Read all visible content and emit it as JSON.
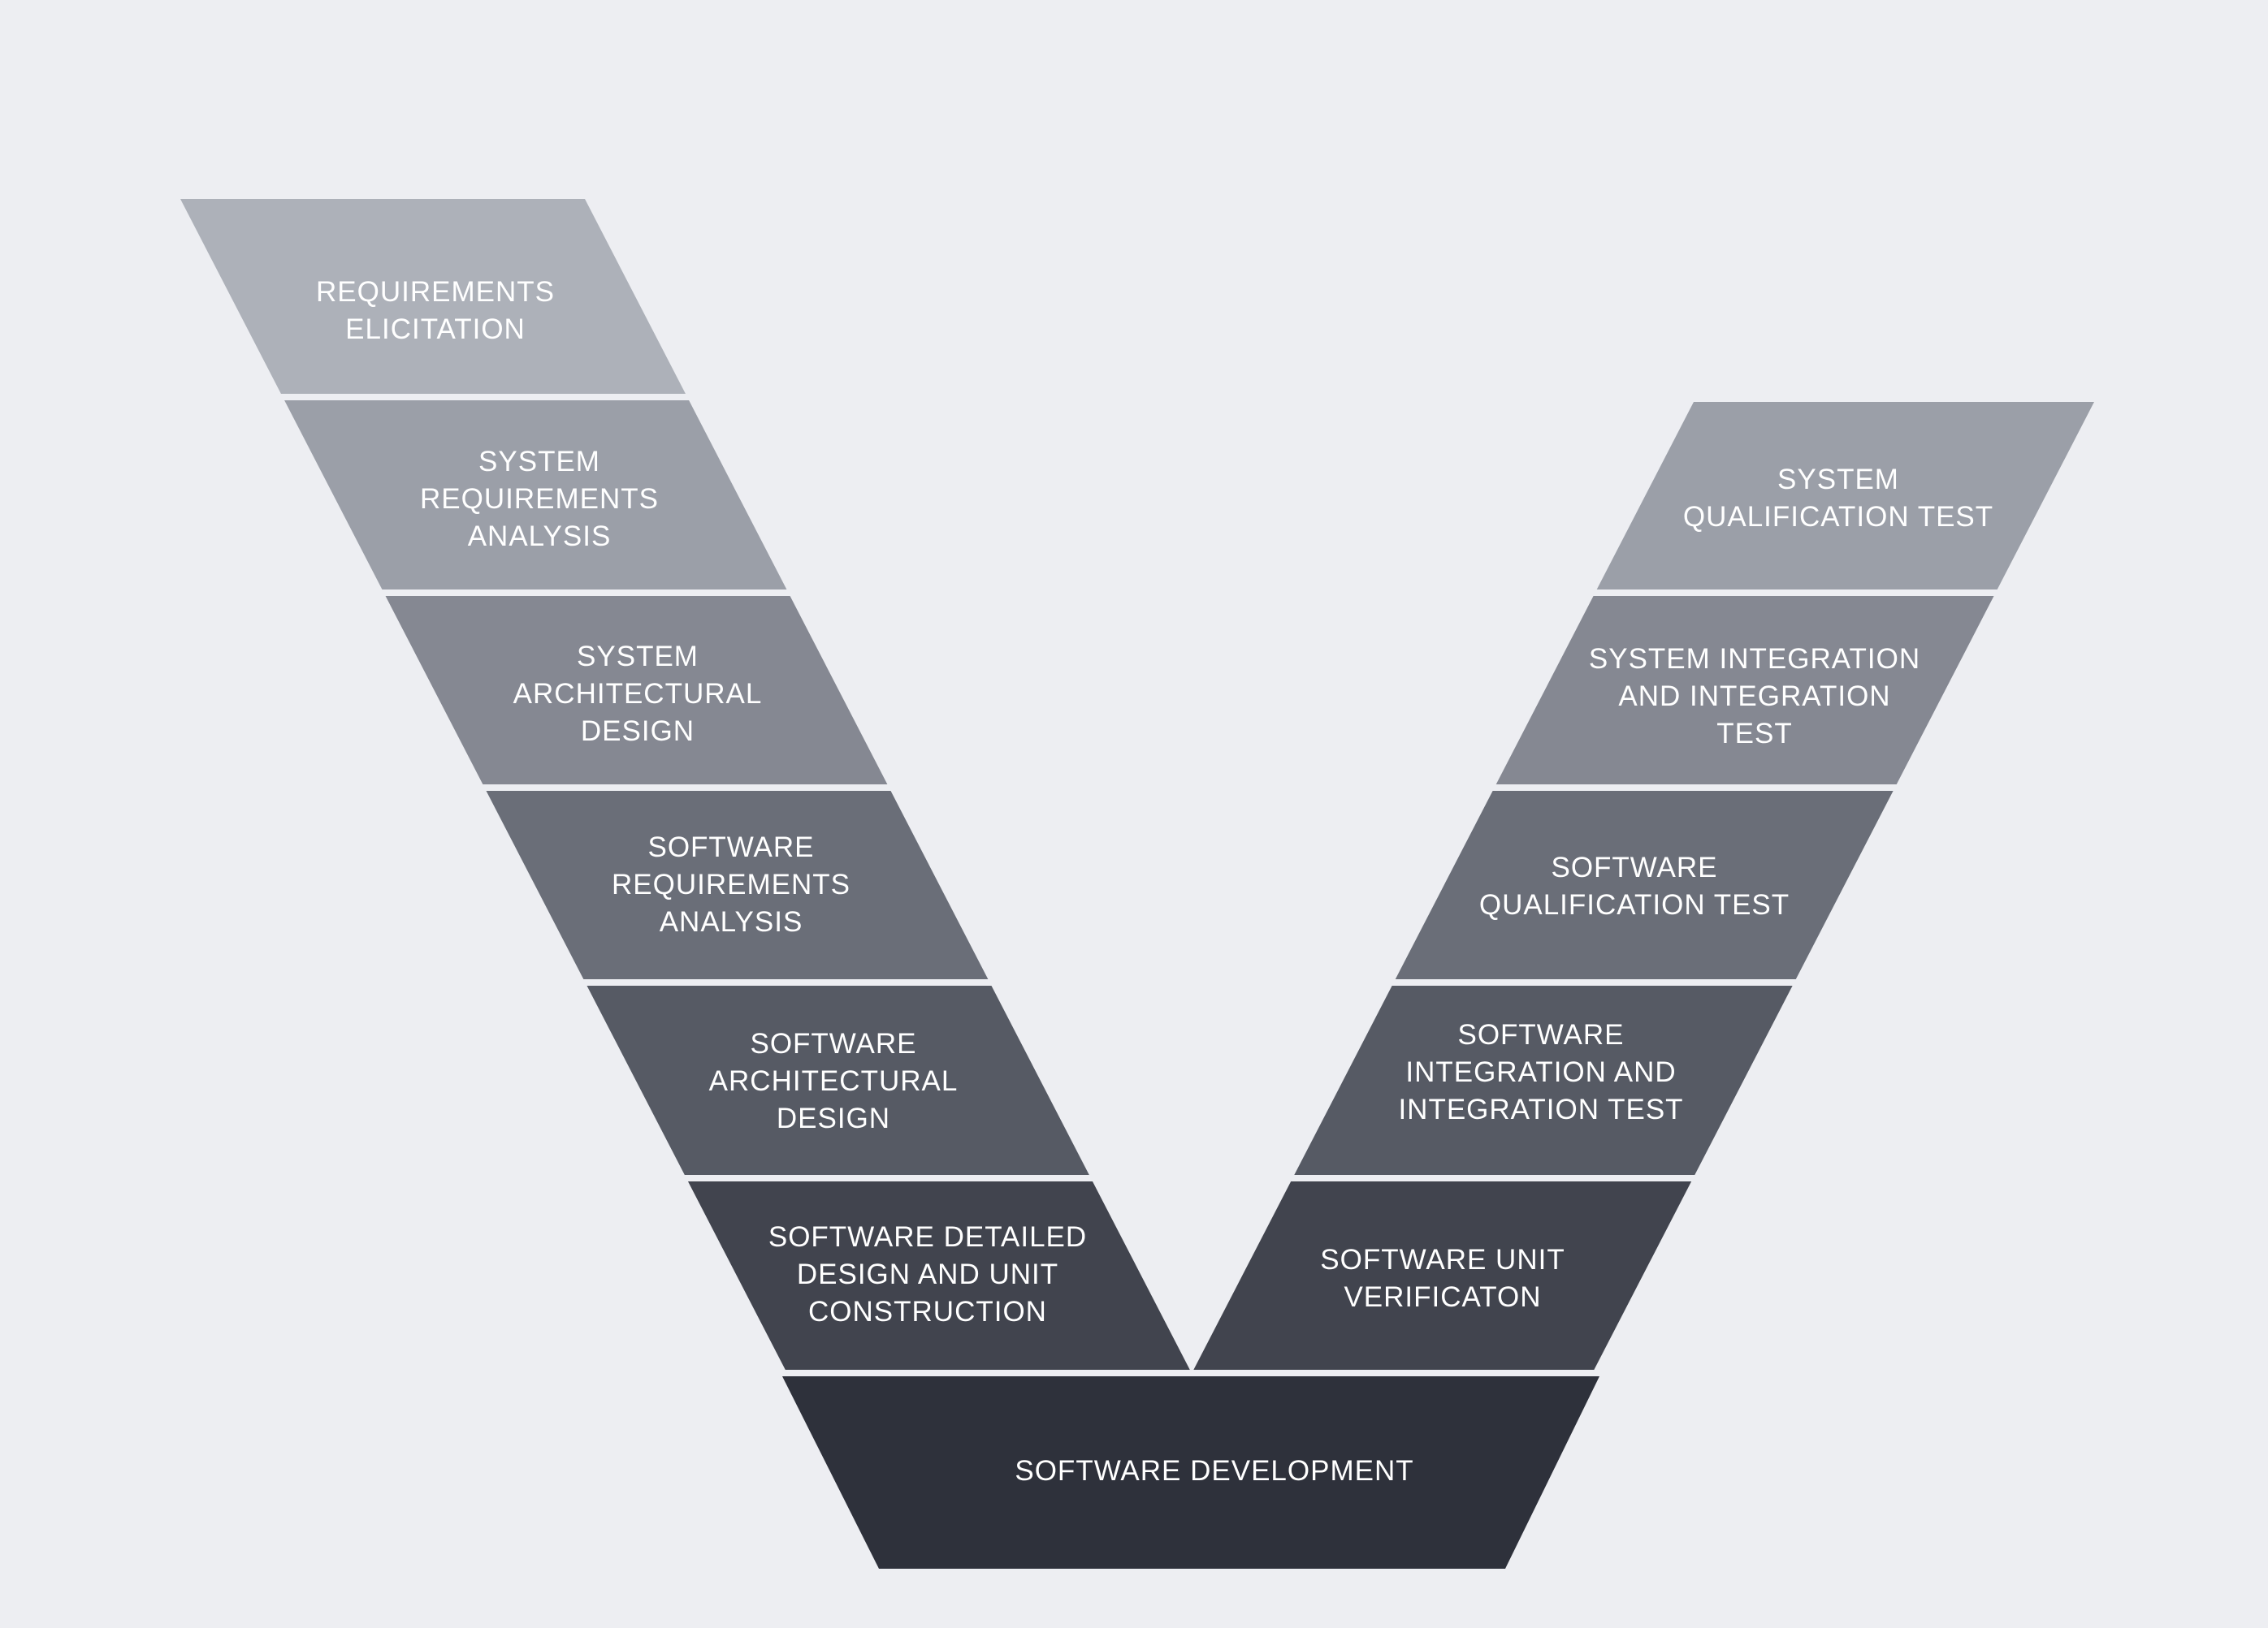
{
  "diagram": {
    "background": "#edeef2",
    "left_arm": [
      {
        "label": "REQUIREMENTS\nELICITATION",
        "color": "#adb1b9"
      },
      {
        "label": "SYSTEM\nREQUIREMENTS\nANALYSIS",
        "color": "#9b9fa8"
      },
      {
        "label": "SYSTEM\nARCHITECTURAL\nDESIGN",
        "color": "#858892"
      },
      {
        "label": "SOFTWARE\nREQUIREMENTS\nANALYSIS",
        "color": "#6a6e78"
      },
      {
        "label": "SOFTWARE\nARCHITECTURAL\nDESIGN",
        "color": "#565a64"
      },
      {
        "label": "SOFTWARE DETAILED\nDESIGN AND UNIT\nCONSTRUCTION",
        "color": "#41444e"
      }
    ],
    "right_arm": [
      {
        "label": "SYSTEM\nQUALIFICATION TEST",
        "color": "#9b9fa8"
      },
      {
        "label": "SYSTEM INTEGRATION\nAND INTEGRATION\nTEST",
        "color": "#858892"
      },
      {
        "label": "SOFTWARE\nQUALIFICATION TEST",
        "color": "#6a6e78"
      },
      {
        "label": "SOFTWARE\nINTEGRATION AND\nINTEGRATION TEST",
        "color": "#565a64"
      },
      {
        "label": "SOFTWARE UNIT\nVERIFICATON",
        "color": "#41444e"
      }
    ],
    "base": {
      "label": "SOFTWARE DEVELOPMENT",
      "color": "#2e313b"
    }
  }
}
